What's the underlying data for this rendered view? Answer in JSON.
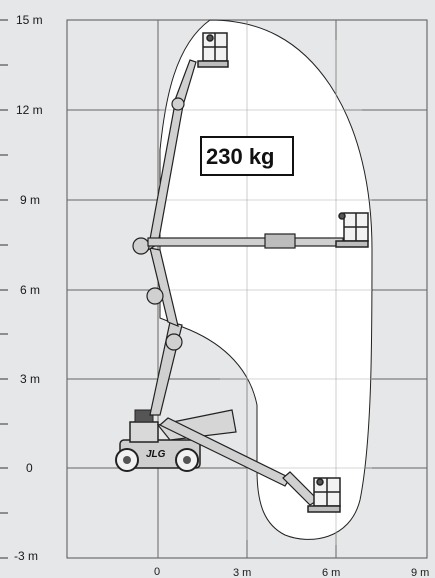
{
  "diagram": {
    "capacity_label": "230 kg",
    "y_axis_labels": [
      "15 m",
      "12 m",
      "9 m",
      "6 m",
      "3 m",
      "0",
      "-3 m"
    ],
    "x_axis_labels": [
      "0",
      "3 m",
      "6 m",
      "9 m"
    ],
    "machine_logo": "JLG"
  }
}
